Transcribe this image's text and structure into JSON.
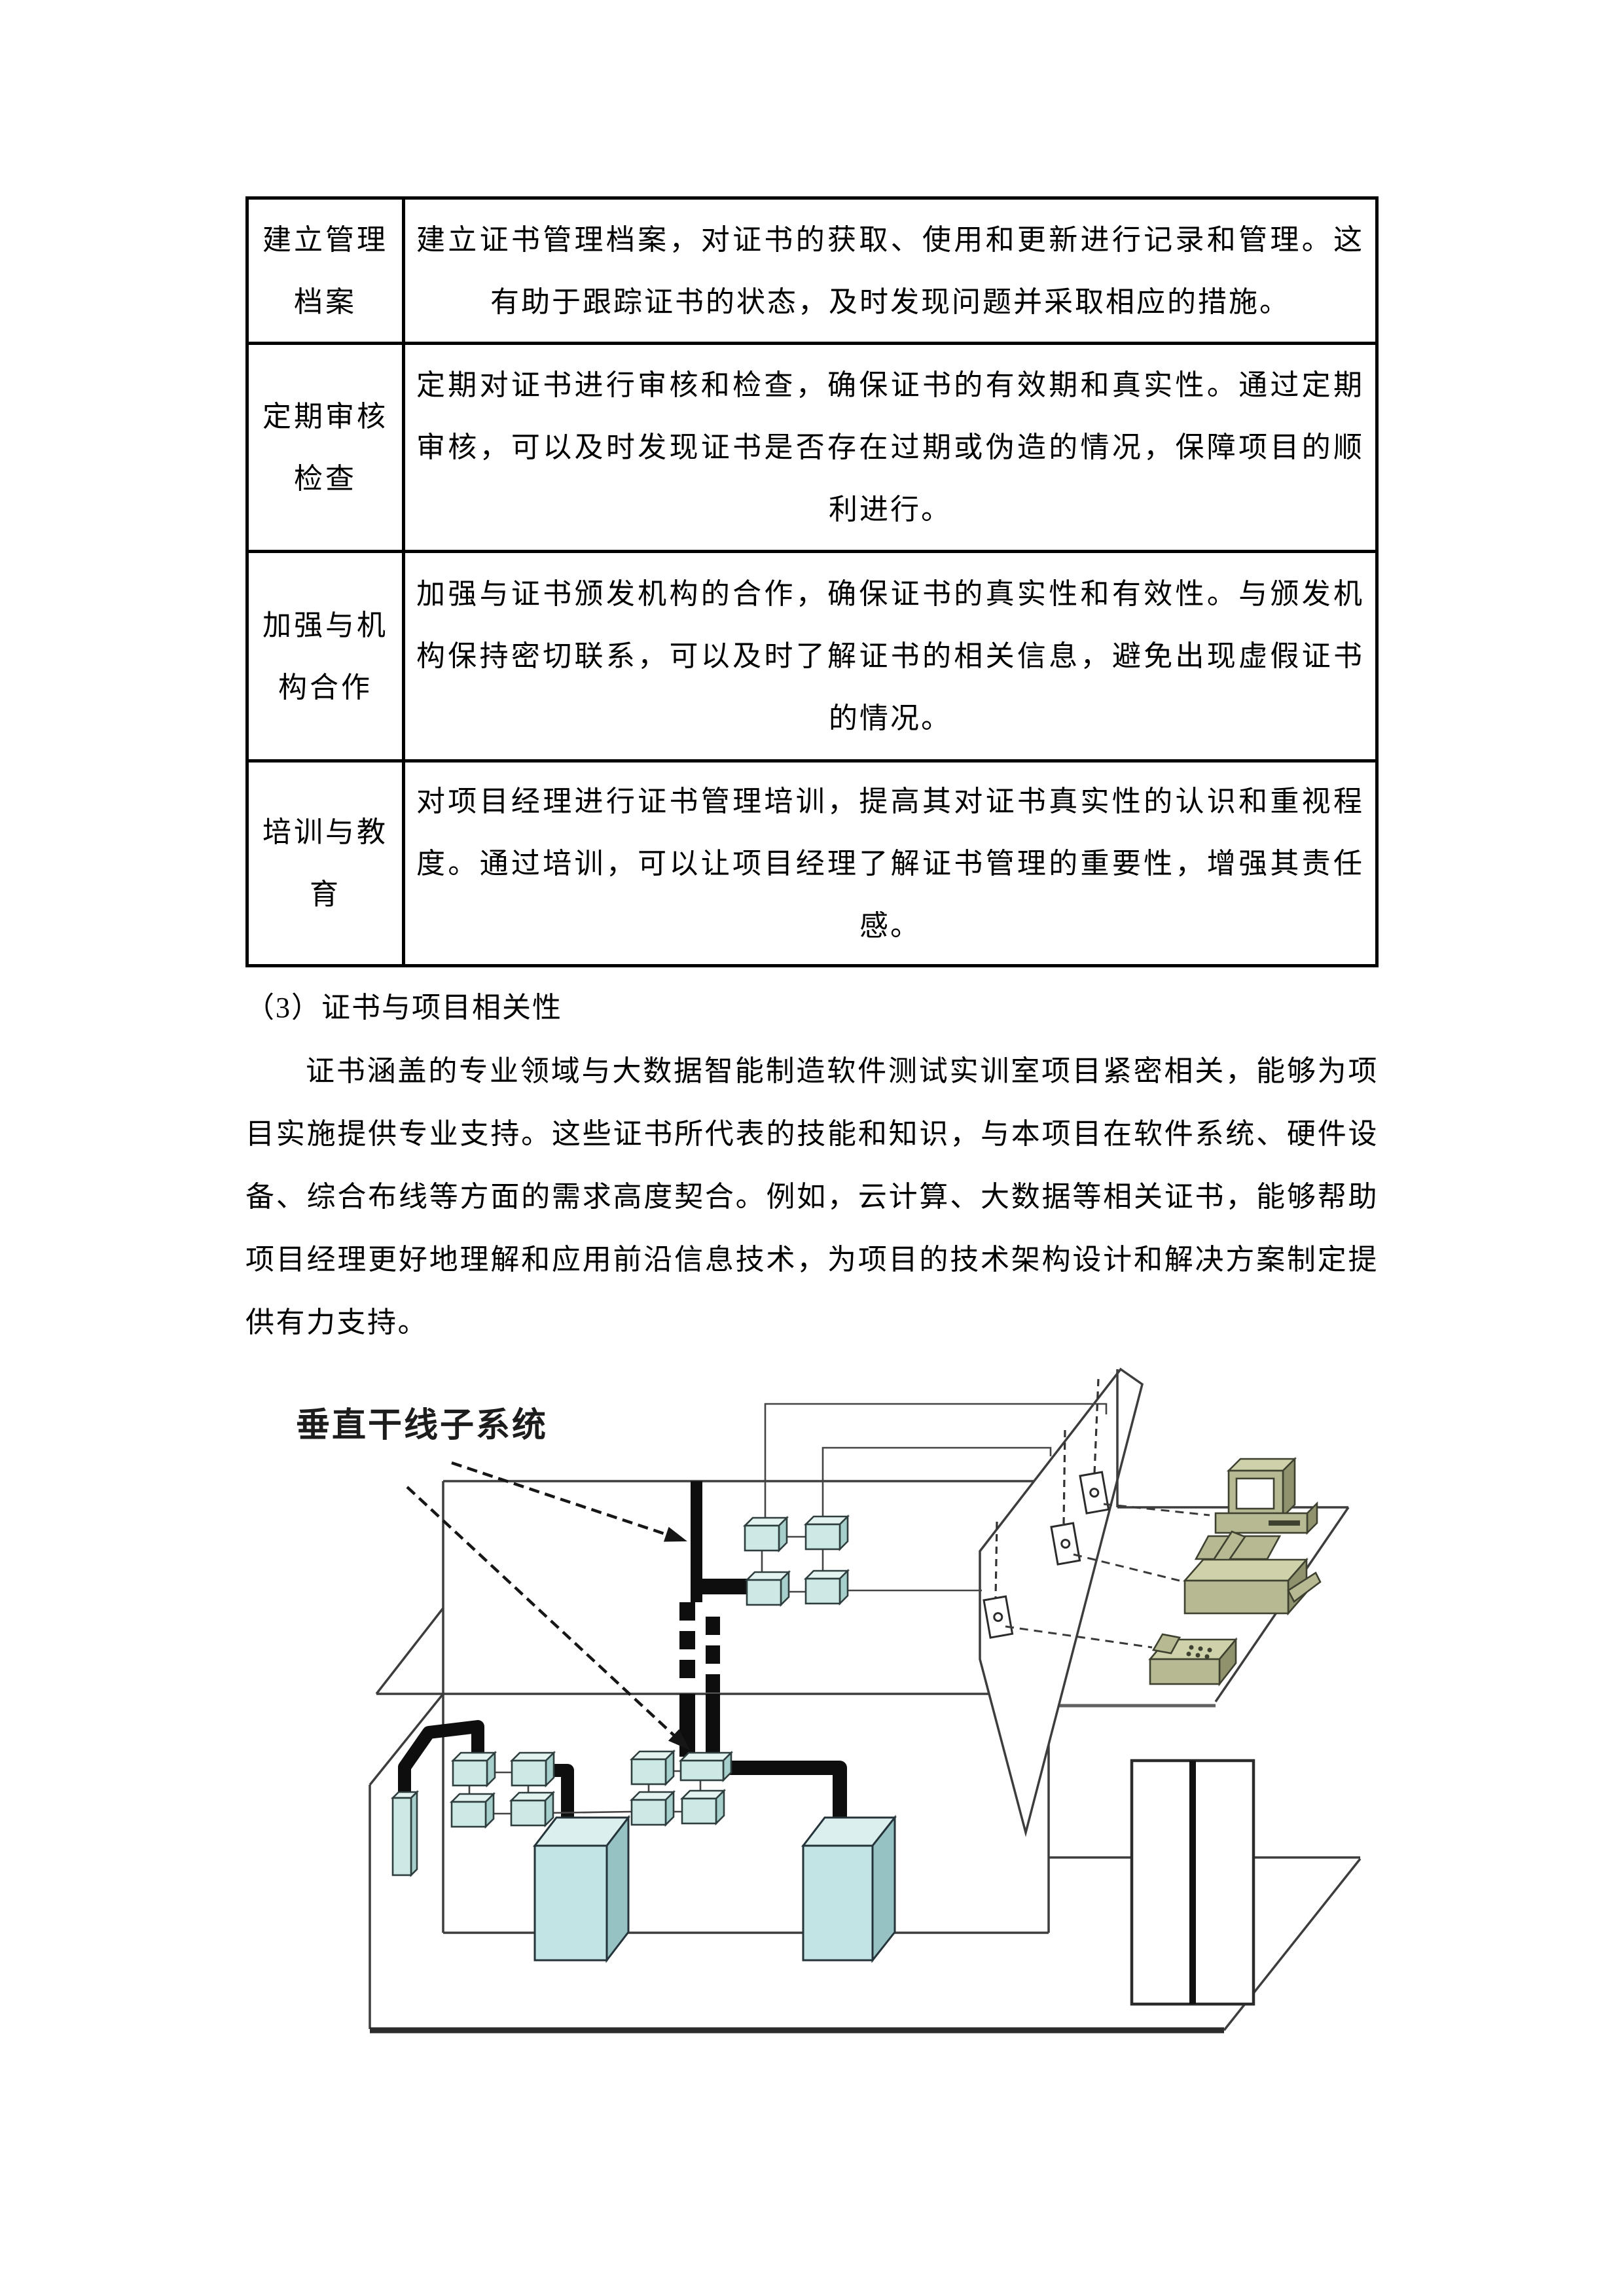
{
  "table": {
    "rows": [
      {
        "label": "建立管理档案",
        "content": "建立证书管理档案，对证书的获取、使用和更新进行记录和管理。这有助于跟踪证书的状态，及时发现问题并采取相应的措施。"
      },
      {
        "label": "定期审核检查",
        "content": "定期对证书进行审核和检查，确保证书的有效期和真实性。通过定期审核，可以及时发现证书是否存在过期或伪造的情况，保障项目的顺利进行。"
      },
      {
        "label": "加强与机构合作",
        "content": "加强与证书颁发机构的合作，确保证书的真实性和有效性。与颁发机构保持密切联系，可以及时了解证书的相关信息，避免出现虚假证书的情况。"
      },
      {
        "label": "培训与教育",
        "content": "对项目经理进行证书管理培训，提高其对证书真实性的认识和重视程度。通过培训，可以让项目经理了解证书管理的重要性，增强其责任感。"
      }
    ]
  },
  "section": {
    "heading": "（3）证书与项目相关性",
    "paragraph": "证书涵盖的专业领域与大数据智能制造软件测试实训室项目紧密相关，能够为项目实施提供专业支持。这些证书所代表的技能和知识，与本项目在软件系统、硬件设备、综合布线等方面的需求高度契合。例如，云计算、大数据等相关证书，能够帮助项目经理更好地理解和应用前沿信息技术，为项目的技术架构设计和解决方案制定提供有力支持。"
  },
  "diagram": {
    "label": "垂直干线子系统",
    "colors": {
      "junction_box": "#cde9e6",
      "cabinet": "#c3e4e4",
      "device": "#b7b993",
      "cable": "#111111",
      "line": "#3d3d3d"
    }
  }
}
